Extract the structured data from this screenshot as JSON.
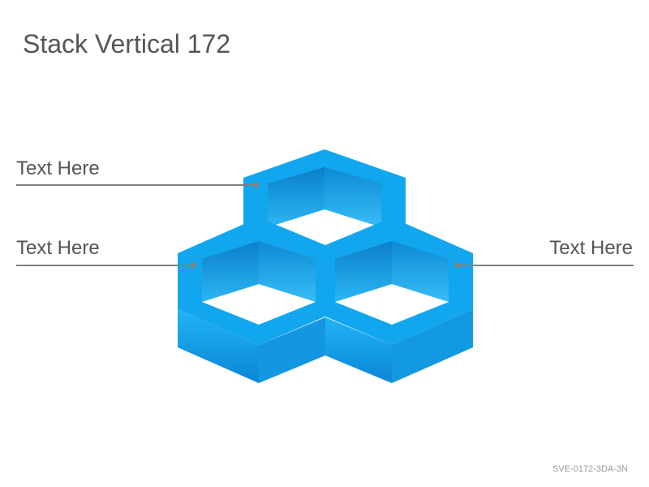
{
  "slide": {
    "title": "Stack Vertical 172",
    "code": "SVE-0172-3DA-3N"
  },
  "labels": [
    {
      "id": "top-left",
      "text": "Text Here"
    },
    {
      "id": "mid-left",
      "text": "Text Here"
    },
    {
      "id": "mid-right",
      "text": "Text Here"
    }
  ],
  "colors": {
    "accent": "#12a6ef",
    "accent_dark": "#0a85d4",
    "connector": "#808080",
    "text": "#555555"
  }
}
